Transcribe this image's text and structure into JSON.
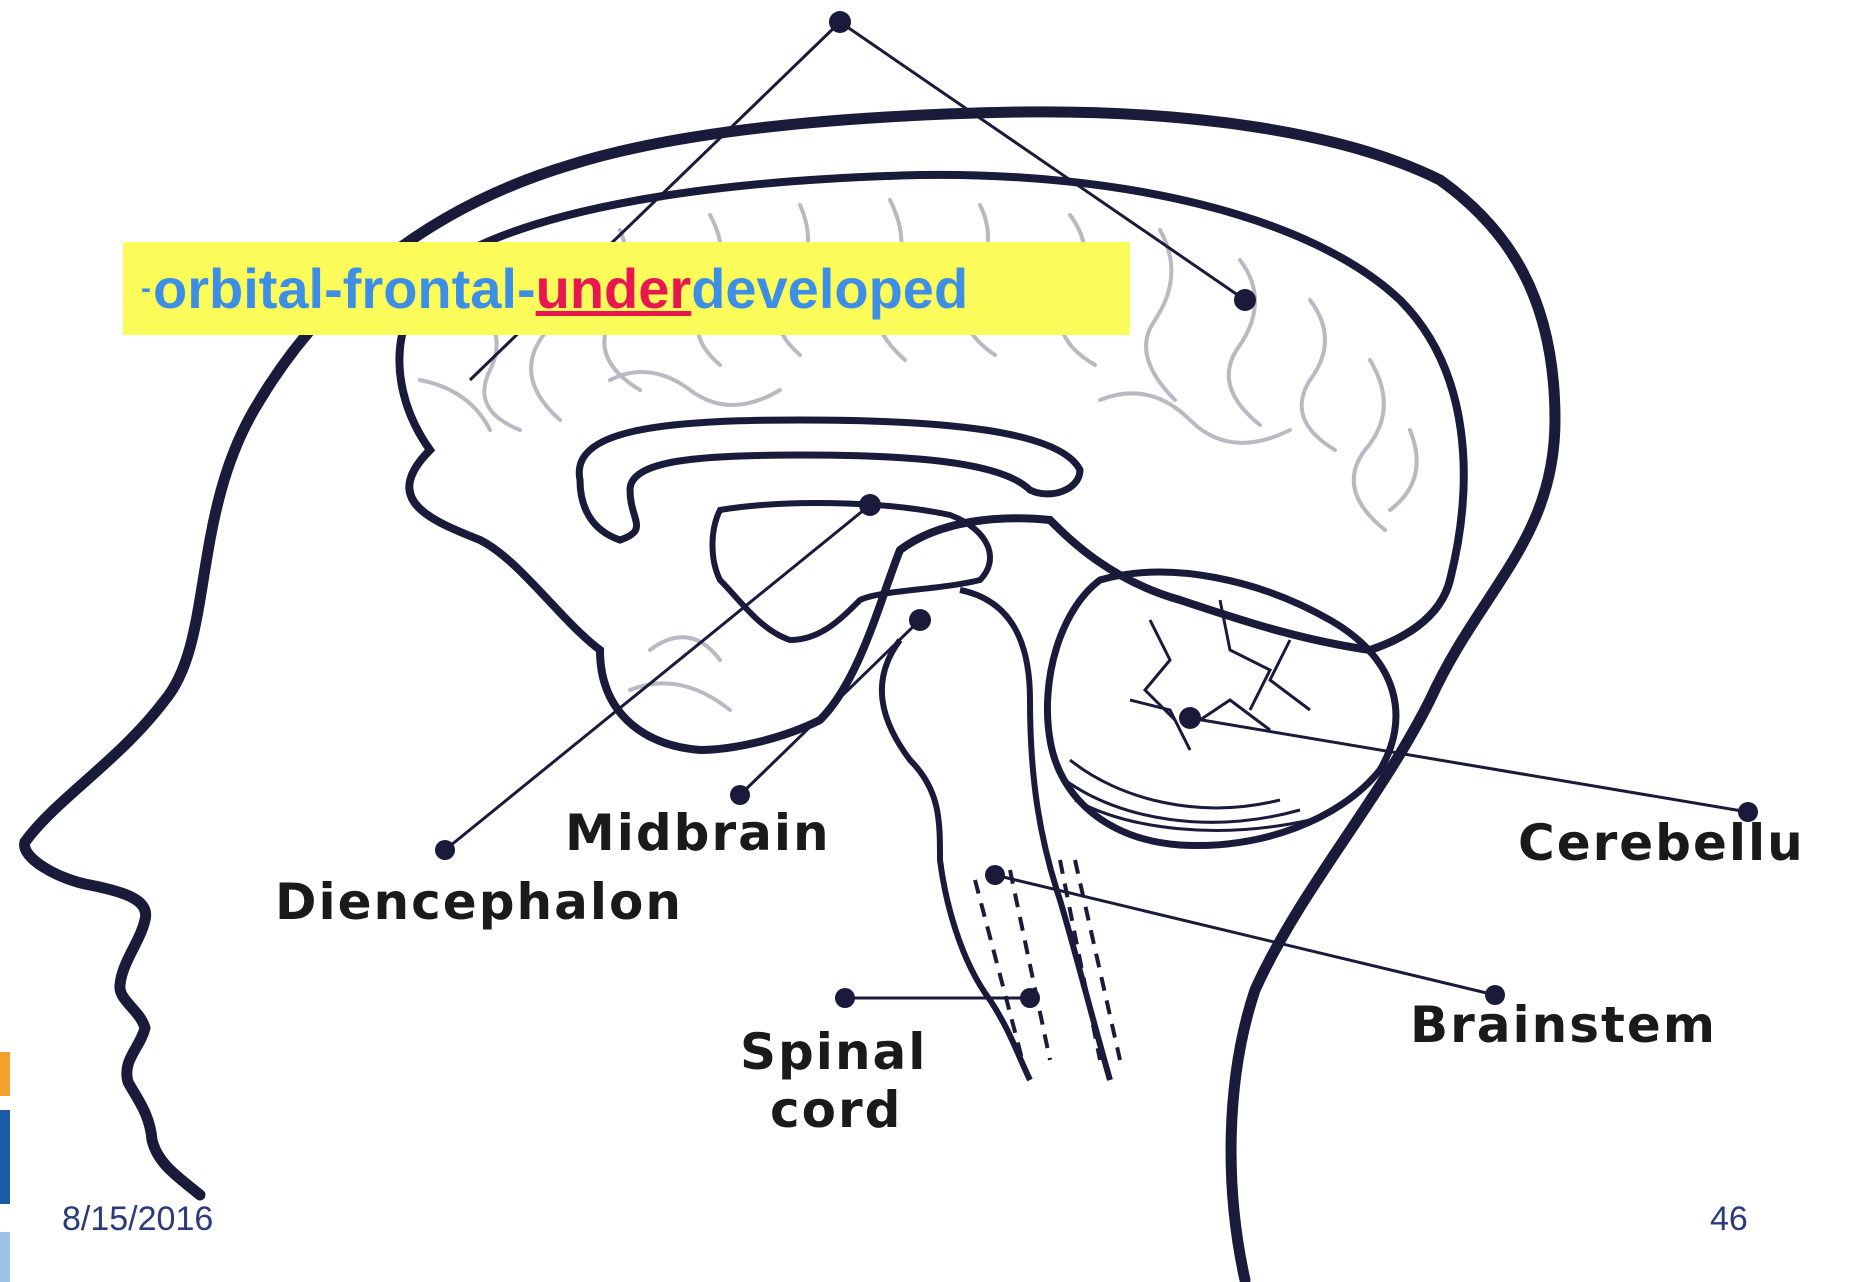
{
  "labels": {
    "midbrain": "Midbrain",
    "diencephalon": "Diencephalon",
    "spinal_1": "Spinal",
    "spinal_2": "cord",
    "cerebellum": "Cerebellu",
    "brainstem": "Brainstem"
  },
  "callout": {
    "prefix": "-",
    "part1": "orbital-frontal-",
    "highlight": "under",
    "part2": "developed"
  },
  "footer": {
    "date": "8/15/2016",
    "page_number": "46"
  },
  "colors": {
    "outline": "#1a1a3a",
    "gyri": "#b9b9c2",
    "callout_bg": "#fbfb5a",
    "callout_text": "#3d8ee6",
    "highlight": "#e8174f",
    "accent_orange": "#f5a02e",
    "accent_blue": "#1d5aa6",
    "accent_lightblue": "#9fc3e6"
  }
}
